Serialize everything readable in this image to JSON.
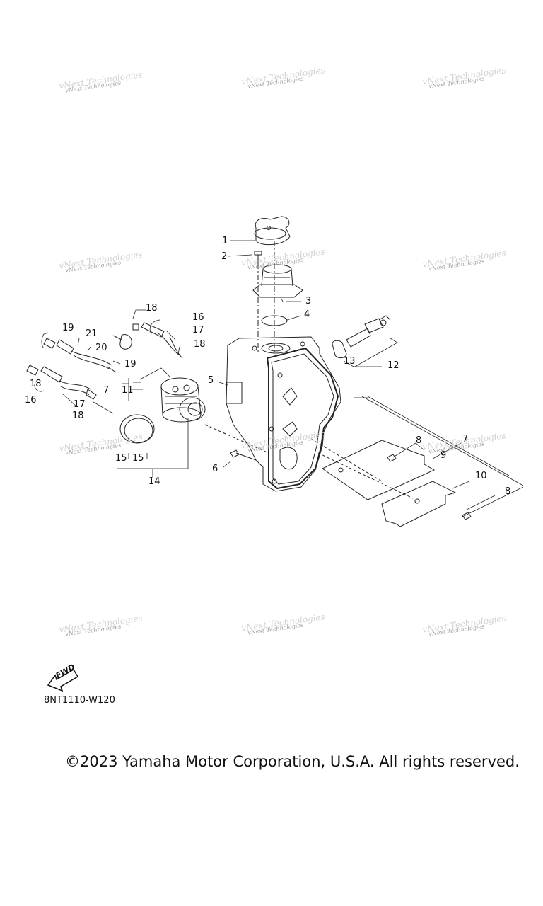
{
  "watermark_text": "vNext Technologies",
  "callouts": {
    "c1": "1",
    "c2": "2",
    "c3": "3",
    "c4": "4",
    "c5": "5",
    "c6": "6",
    "c7a": "7",
    "c7b": "7",
    "c8a": "8",
    "c8b": "8",
    "c9": "9",
    "c10": "10",
    "c11": "11",
    "c12": "12",
    "c13": "13",
    "c14": "14",
    "c15a": "15",
    "c15b": "15",
    "c16a": "16",
    "c16b": "16",
    "c17a": "17",
    "c17b": "17",
    "c18a": "18",
    "c18b": "18",
    "c18c": "18",
    "c18d": "18",
    "c19a": "19",
    "c19b": "19",
    "c20": "20",
    "c21": "21"
  },
  "fwd_label": "FWD",
  "diagram_code": "8NT1110-W120",
  "copyright": "©2023 Yamaha Motor Corporation, U.S.A. All rights reserved.",
  "colors": {
    "line": "#222222",
    "watermark": "#9a9a9a"
  }
}
